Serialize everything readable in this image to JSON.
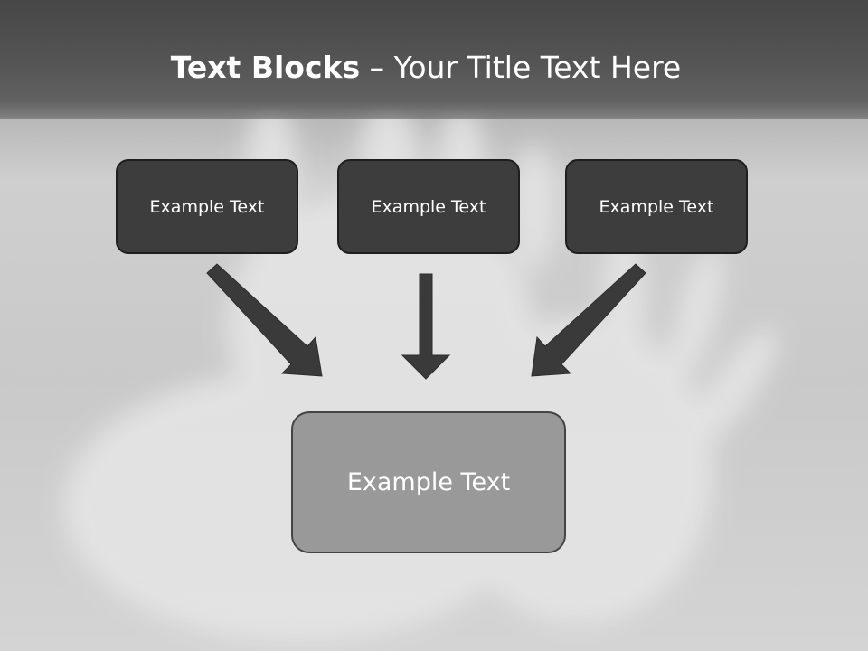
{
  "title": {
    "bold": "Text Blocks",
    "rest": " – Your Title Text Here"
  },
  "boxes": {
    "top": [
      {
        "text": "Example Text"
      },
      {
        "text": "Example Text"
      },
      {
        "text": "Example Text"
      }
    ],
    "bottom": {
      "text": "Example Text"
    }
  },
  "colors": {
    "title_bar": "#4a4a4a",
    "top_box": "#3d3d3d",
    "bottom_box": "#999999",
    "arrow": "#3a3a3a"
  }
}
